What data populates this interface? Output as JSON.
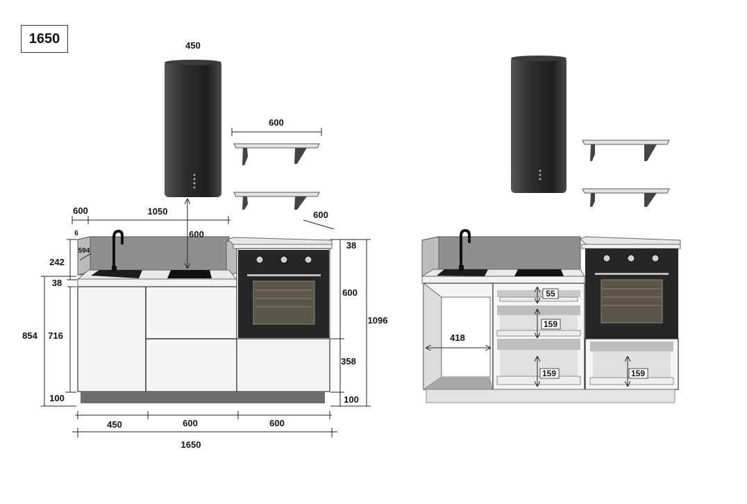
{
  "title": "1650",
  "colors": {
    "hood": "#2f2f2f",
    "oven": "#262626",
    "cabinet": "#f4f4f4",
    "shelf": "#d9d9d9",
    "outline": "#333333"
  },
  "dimensions": {
    "hood_width": "450",
    "shelf_width": "600",
    "side_depth": "600",
    "counter_width": "1050",
    "hood_clearance": "600",
    "top_right_depth": "600",
    "small_gap": "6",
    "backsplash_height": "594",
    "backsplash_total": "242",
    "counter_thickness_left": "38",
    "counter_thickness_right": "38",
    "total_height": "854",
    "cabinet_height": "716",
    "plinth_left": "100",
    "plinth_right": "100",
    "oven_height": "600",
    "drawer_height": "358",
    "tall_total": "1096",
    "bottom_seg1": "450",
    "bottom_seg2": "600",
    "bottom_seg3": "600",
    "bottom_total": "1650"
  },
  "interior_dimensions": {
    "shelf_gap_top": "55",
    "shelf_gap_mid": "159",
    "shelf_gap_bottom": "159",
    "right_compartment": "159",
    "open_width": "418"
  }
}
